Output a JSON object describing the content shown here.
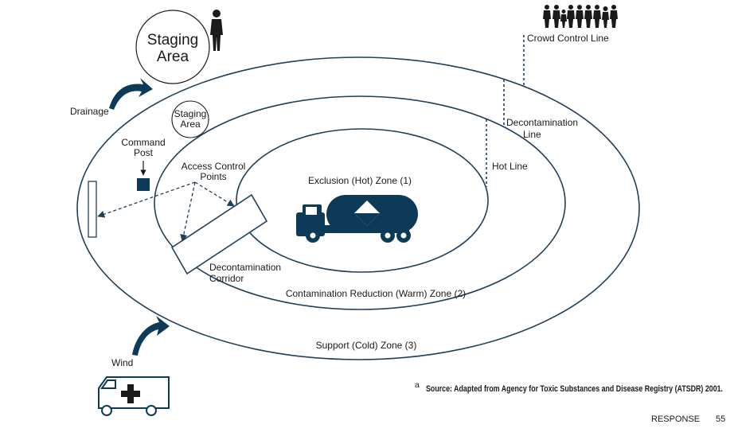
{
  "labels": {
    "staging_area_outer_line1": "Staging",
    "staging_area_outer_line2": "Area",
    "staging_area_inner_line1": "Staging",
    "staging_area_inner_line2": "Area",
    "crowd_control_line": "Crowd Control Line",
    "decon_line_1": "Decontamination",
    "decon_line_2": "Line",
    "hot_line": "Hot Line",
    "drainage": "Drainage",
    "command_post_1": "Command",
    "command_post_2": "Post",
    "access_control_1": "Access Control",
    "access_control_2": "Points",
    "exclusion_zone": "Exclusion (Hot) Zone (1)",
    "decon_corridor_1": "Decontamination",
    "decon_corridor_2": "Corridor",
    "warm_zone": "Contamination Reduction (Warm) Zone (2)",
    "cold_zone": "Support (Cold) Zone (3)",
    "wind": "Wind"
  },
  "footnote": {
    "marker": "a",
    "text": "Source: Adapted from Agency for Toxic Substances and Disease Registry (ATSDR) 2001."
  },
  "footer": {
    "section": "RESPONSE",
    "page_number": "55"
  },
  "colors": {
    "line": "#1f3f5b",
    "vehicle_fill": "#0d3b57",
    "text": "#1a1a1a"
  },
  "icons": [
    "person-icon",
    "crowd-icon",
    "curved-arrow-icon",
    "tanker-truck-icon",
    "ambulance-icon",
    "command-post-icon"
  ]
}
